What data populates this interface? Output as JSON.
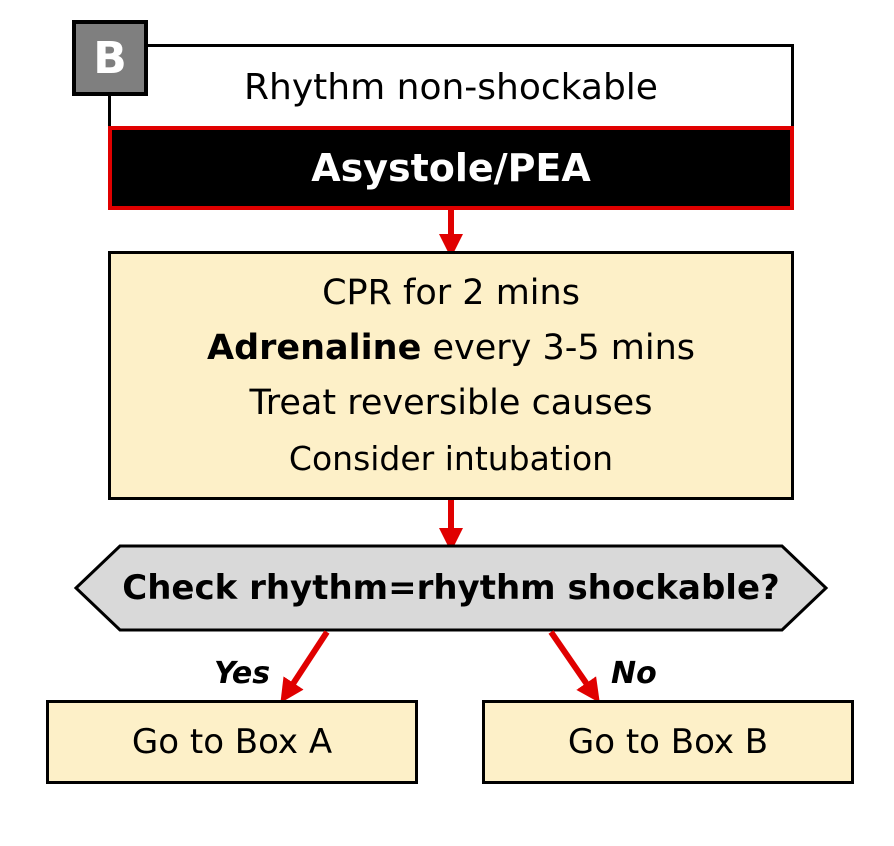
{
  "badge": {
    "letter": "B"
  },
  "header": {
    "title": "Rhythm non-shockable"
  },
  "rhythm": {
    "label": "Asystole/PEA"
  },
  "actions": {
    "cpr": "CPR for 2 mins",
    "adrenaline_bold": "Adrenaline",
    "adrenaline_rest": " every 3-5 mins",
    "reversible": "Treat reversible causes",
    "intubation": "Consider intubation"
  },
  "decision": {
    "question": "Check rhythm=rhythm shockable?"
  },
  "branches": {
    "yes": "Yes",
    "no": "No"
  },
  "outcomes": {
    "yes_target": "Go to Box A",
    "no_target": "Go to Box B"
  },
  "colors": {
    "arrow": "#e00000",
    "box_fill": "#fdf0c8",
    "decision_fill": "#d9d9d9",
    "badge_fill": "#7f7f7f",
    "rhythm_fill": "#000000"
  }
}
